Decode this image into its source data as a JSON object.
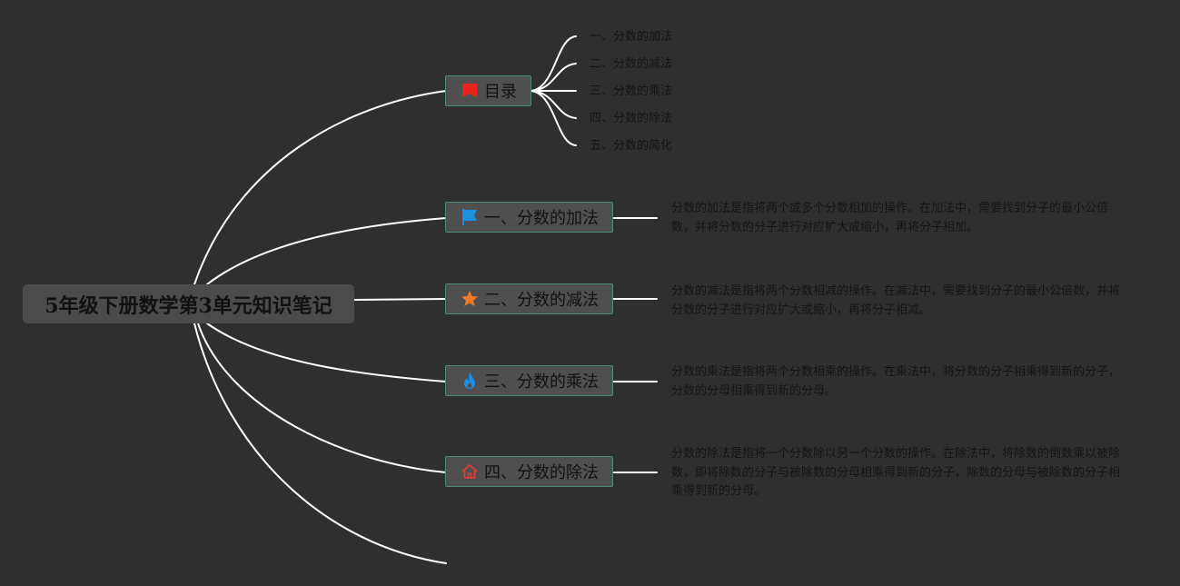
{
  "root": {
    "title": "5年级下册数学第3单元知识笔记"
  },
  "toc": {
    "label": "目录",
    "icon": "red-flag-icon",
    "items": [
      "一、分数的加法",
      "二、分数的减法",
      "三、分数的乘法",
      "四、分数的除法",
      "五、分数的简化"
    ]
  },
  "branches": [
    {
      "label": "一、分数的加法",
      "icon": "blue-flag-icon",
      "note": "分数的加法是指将两个或多个分数相加的操作。在加法中，需要找到分子的最小公倍数，并将分数的分子进行对应扩大或缩小，再将分子相加。"
    },
    {
      "label": "二、分数的减法",
      "icon": "orange-star-icon",
      "note": "分数的减法是指将两个分数相减的操作。在减法中，需要找到分子的最小公倍数，并将分数的分子进行对应扩大或缩小，再将分子相减。"
    },
    {
      "label": "三、分数的乘法",
      "icon": "blue-flame-icon",
      "note": "分数的乘法是指将两个分数相乘的操作。在乘法中，将分数的分子相乘得到新的分子，分数的分母相乘得到新的分母。"
    },
    {
      "label": "四、分数的除法",
      "icon": "red-house-icon",
      "note": "分数的除法是指将一个分数除以另一个分数的操作。在除法中，将除数的倒数乘以被除数，即将除数的分子与被除数的分母相乘得到新的分子，除数的分母与被除数的分子相乘得到新的分母。"
    }
  ],
  "colors": {
    "background": "#2f2f2f",
    "connector": "#ffffff",
    "topic_border": "#4f8a78",
    "red_flag": "#e8231b",
    "blue_flag": "#1e90e0",
    "orange_star": "#f07a2a",
    "blue_flame": "#1e8fe6",
    "red_house": "#e03a3a"
  }
}
